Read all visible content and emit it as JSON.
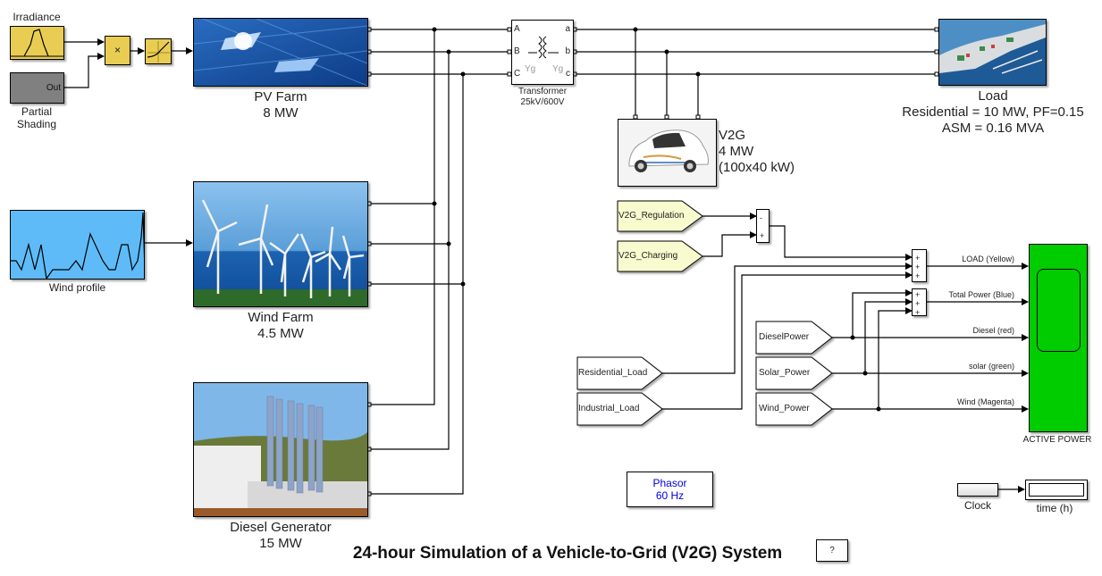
{
  "title": "24-hour Simulation of a Vehicle-to-Grid (V2G) System",
  "help_button": "?",
  "blocks": {
    "irradiance": {
      "label": "Irradiance"
    },
    "partial_shading": {
      "label_line1": "Partial",
      "label_line2": "Shading",
      "port": "Out"
    },
    "product": {
      "symbol": "×"
    },
    "pv_farm": {
      "label_line1": "PV Farm",
      "label_line2": "8 MW"
    },
    "wind_profile": {
      "label": "Wind profile"
    },
    "wind_farm": {
      "label_line1": "Wind Farm",
      "label_line2": "4.5 MW"
    },
    "diesel_generator": {
      "label_line1": "Diesel Generator",
      "label_line2": "15 MW"
    },
    "transformer": {
      "label_line1": "Transformer",
      "label_line2": "25kV/600V",
      "ports_left": [
        "A",
        "B",
        "C"
      ],
      "ports_right": [
        "a",
        "b",
        "c"
      ],
      "winding_left": "Yg",
      "winding_right": "Yg"
    },
    "load": {
      "label_line1": "Load",
      "label_line2": "Residential = 10 MW, PF=0.15",
      "label_line3": "ASM = 0.16 MVA"
    },
    "v2g": {
      "label_line1": "V2G",
      "label_line2": "4 MW",
      "label_line3": "(100x40 kW)"
    },
    "from_tags": {
      "v2g_regulation": "V2G_Regulation",
      "v2g_charging": "V2G_Charging",
      "residential_load": "Residential_Load",
      "industrial_load": "Industrial_Load",
      "diesel_power": "DieselPower",
      "solar_power": "Solar_Power",
      "wind_power": "Wind_Power"
    },
    "sum_v2g": {
      "signs": [
        "-",
        "+"
      ]
    },
    "sum_load": {
      "signs": [
        "+",
        "+",
        "+"
      ]
    },
    "sum_total": {
      "signs": [
        "+",
        "+",
        "+"
      ]
    },
    "scope": {
      "label": "ACTIVE POWER",
      "signals": [
        "LOAD (Yellow)",
        "Total Power (Blue)",
        "Diesel (red)",
        "solar (green)",
        "Wind (Magenta)"
      ]
    },
    "powergui": {
      "line1": "Phasor",
      "line2": "60 Hz"
    },
    "clock": {
      "label": "Clock"
    },
    "display": {
      "label": "time (h)"
    }
  },
  "colors": {
    "scope_green": "#00cc00",
    "goto_yellow": "#f8fbcd",
    "block_yellow": "#e9cd53",
    "powergui_text": "#0000dd",
    "wind_profile_bg": "#5ebbf8"
  }
}
